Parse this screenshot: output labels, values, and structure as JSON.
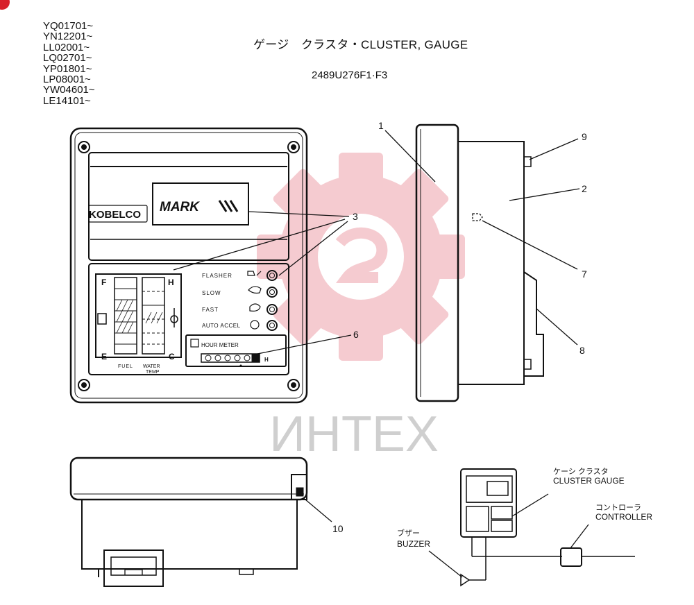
{
  "header": {
    "serial_numbers": [
      "YQ01701~",
      "YN12201~",
      "LL02001~",
      "LQ02701~",
      "YP01801~",
      "LP08001~",
      "YW04601~",
      "LE14101~"
    ],
    "title": "ゲージ　クラスタ・CLUSTER, GAUGE",
    "part_number": "2489U276F1·F3"
  },
  "watermark": {
    "text": "ИНТЕХ"
  },
  "front_view": {
    "brand": "KOBELCO",
    "display_model": "MARK",
    "indicators": [
      "FLASHER",
      "SLOW",
      "FAST",
      "AUTO ACCEL"
    ],
    "gauge_letters": {
      "fuel_top": "F",
      "fuel_bottom": "E",
      "temp_top": "H",
      "temp_bottom": "C"
    },
    "gauge_labels": {
      "fuel": "FUEL",
      "water": "WATER",
      "temp": "TEMP"
    },
    "hour_meter_label": "HOUR METER",
    "hour_meter_unit": "H"
  },
  "callouts": {
    "c1": "1",
    "c2": "2",
    "c3": "3",
    "c6": "6",
    "c7": "7",
    "c8": "8",
    "c9": "9",
    "c10": "10"
  },
  "wiring": {
    "cluster_jp": "ケーシ クラスタ",
    "cluster_en": "CLUSTER GAUGE",
    "controller_jp": "コントローラ",
    "controller_en": "CONTROLLER",
    "buzzer_jp": "ブザー",
    "buzzer_en": "BUZZER"
  },
  "colors": {
    "ink": "#111111",
    "watermark": "#f4c3c8",
    "watermark_text": "#c9c9c9",
    "corner": "#d8202a"
  }
}
